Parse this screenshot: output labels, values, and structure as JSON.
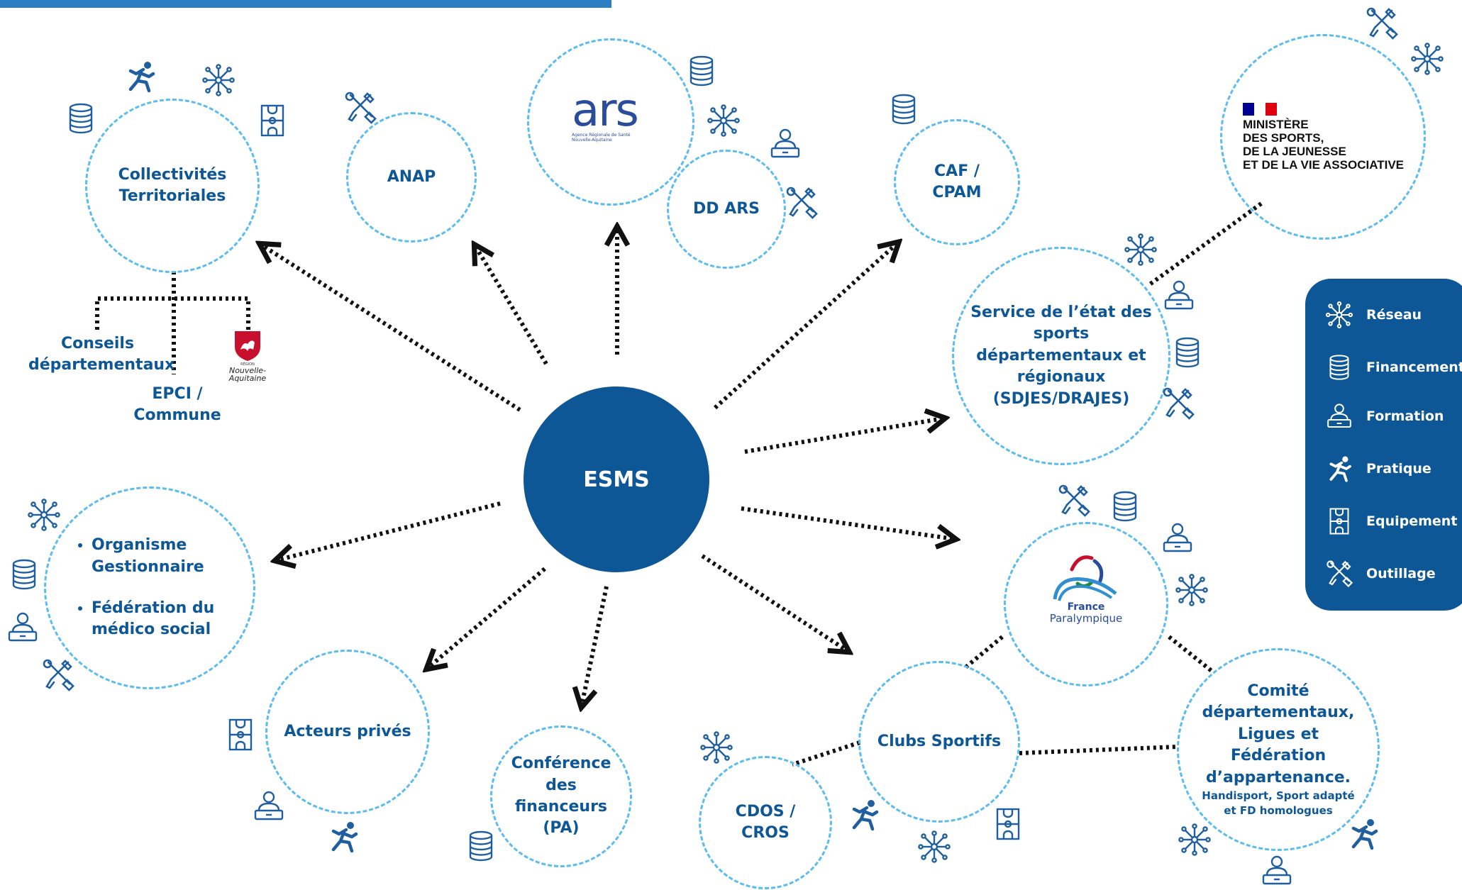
{
  "center": {
    "label": "ESMS"
  },
  "nodes": {
    "collectivites": "Collectivités\nTerritoriales",
    "anap": "ANAP",
    "dd_ars": "DD ARS",
    "caf": "CAF /\nCPAM",
    "sdjes": "Service de l’état des\nsports\ndépartementaux et\nrégionaux\n(SDJES/DRAJES)",
    "organisme": [
      "Organisme\nGestionnaire",
      "Fédération du\nmédico social"
    ],
    "acteurs": "Acteurs privés",
    "conference": "Conférence\ndes\nfinanceurs\n(PA)",
    "clubs": "Clubs Sportifs",
    "cdos": "CDOS /\nCROS",
    "comite": "Comité\ndépartementaux,\nLigues et\nFédération\nd’appartenance.",
    "comite_sub": "Handisport, Sport adapté\net FD homologues"
  },
  "sub_labels": {
    "conseils": "Conseils\ndépartementaux",
    "epci": "EPCI /\nCommune"
  },
  "logos": {
    "ars_text": "ars",
    "ars_caption": "Agence Régionale de Santé\nNouvelle-Aquitaine",
    "region_small": "RÉGION",
    "region_name": "Nouvelle-\nAquitaine",
    "ministere": "MINISTÈRE\nDES SPORTS,\nDE LA JEUNESSE\nET DE LA VIE ASSOCIATIVE",
    "fp_france": "France",
    "fp_para": "Paralympique"
  },
  "legend": [
    {
      "icon": "network-icon",
      "label": "Réseau"
    },
    {
      "icon": "database-icon",
      "label": "Financement"
    },
    {
      "icon": "presenter-icon",
      "label": "Formation"
    },
    {
      "icon": "runner-icon",
      "label": "Pratique"
    },
    {
      "icon": "court-icon",
      "label": "Equipement"
    },
    {
      "icon": "tools-icon",
      "label": "Outillage"
    }
  ],
  "colors": {
    "primary": "#0e5797",
    "dashed": "#5bbcf0",
    "accent_bar": "#2d7fc4"
  }
}
